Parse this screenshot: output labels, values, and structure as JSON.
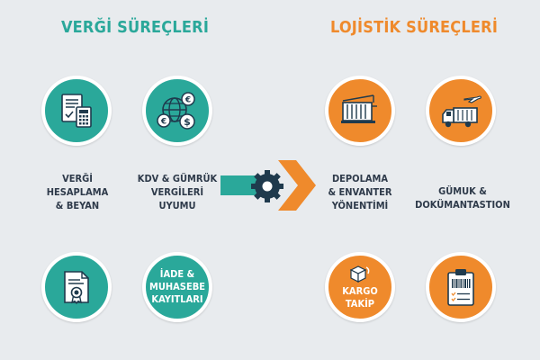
{
  "left_title": "VERĞİ SÜREÇLERİ",
  "right_title": "LOJİSTİK SÜREÇLERİ",
  "items": {
    "tax_calc": "VERĞİ\nHESAPLAMA\n& BEYAN",
    "vat_customs": "KDV & GÜMRÜK\nVERGİLERİ\nUYUMU",
    "refund": "İADE &\nMUHASEBE\nKAYITLARI",
    "warehouse": "DEPOLAMA\n& ENVANTER\nYÖNENTİMİ",
    "customs_docs": "GÜMUK &\nDOKÜMANTASTION",
    "cargo": "KARGO\nTAKİP"
  },
  "colors": {
    "teal": "#2aa89a",
    "orange": "#ef8a2c",
    "background": "#e8ebee",
    "text": "#2e3a4a"
  },
  "icons": [
    "invoice-calculator-icon",
    "currency-globe-icon",
    "certificate-icon",
    "arrow-gear-icon",
    "cargo-container-icon",
    "truck-plane-icon",
    "package-icon",
    "barcode-clipboard-icon"
  ]
}
